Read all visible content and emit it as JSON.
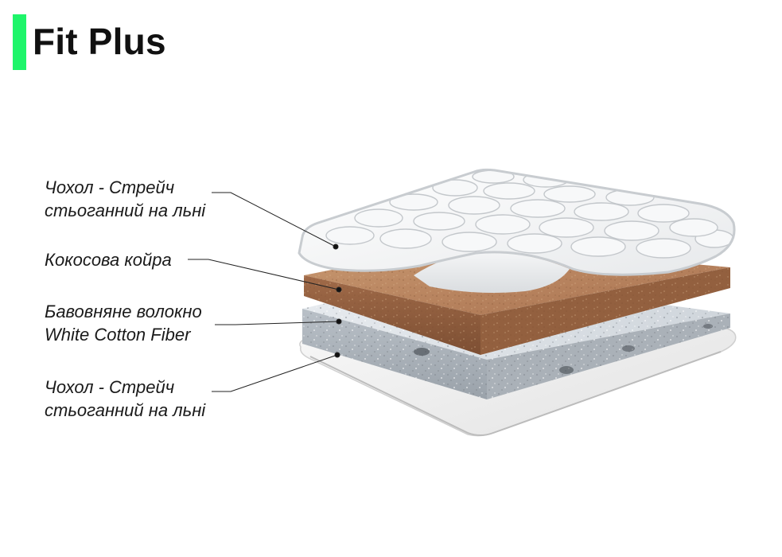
{
  "title": "Fit Plus",
  "accent_color": "#1ef56a",
  "layers": [
    {
      "line1": "Чохол - Стрейч",
      "line2": "стьоганний на льні"
    },
    {
      "line1": "Кокосова койра",
      "line2": ""
    },
    {
      "line1": "Бавовняне волокно",
      "line2": "White Cotton Fiber"
    },
    {
      "line1": "Чохол - Стрейч",
      "line2": "стьоганний на льні"
    }
  ]
}
